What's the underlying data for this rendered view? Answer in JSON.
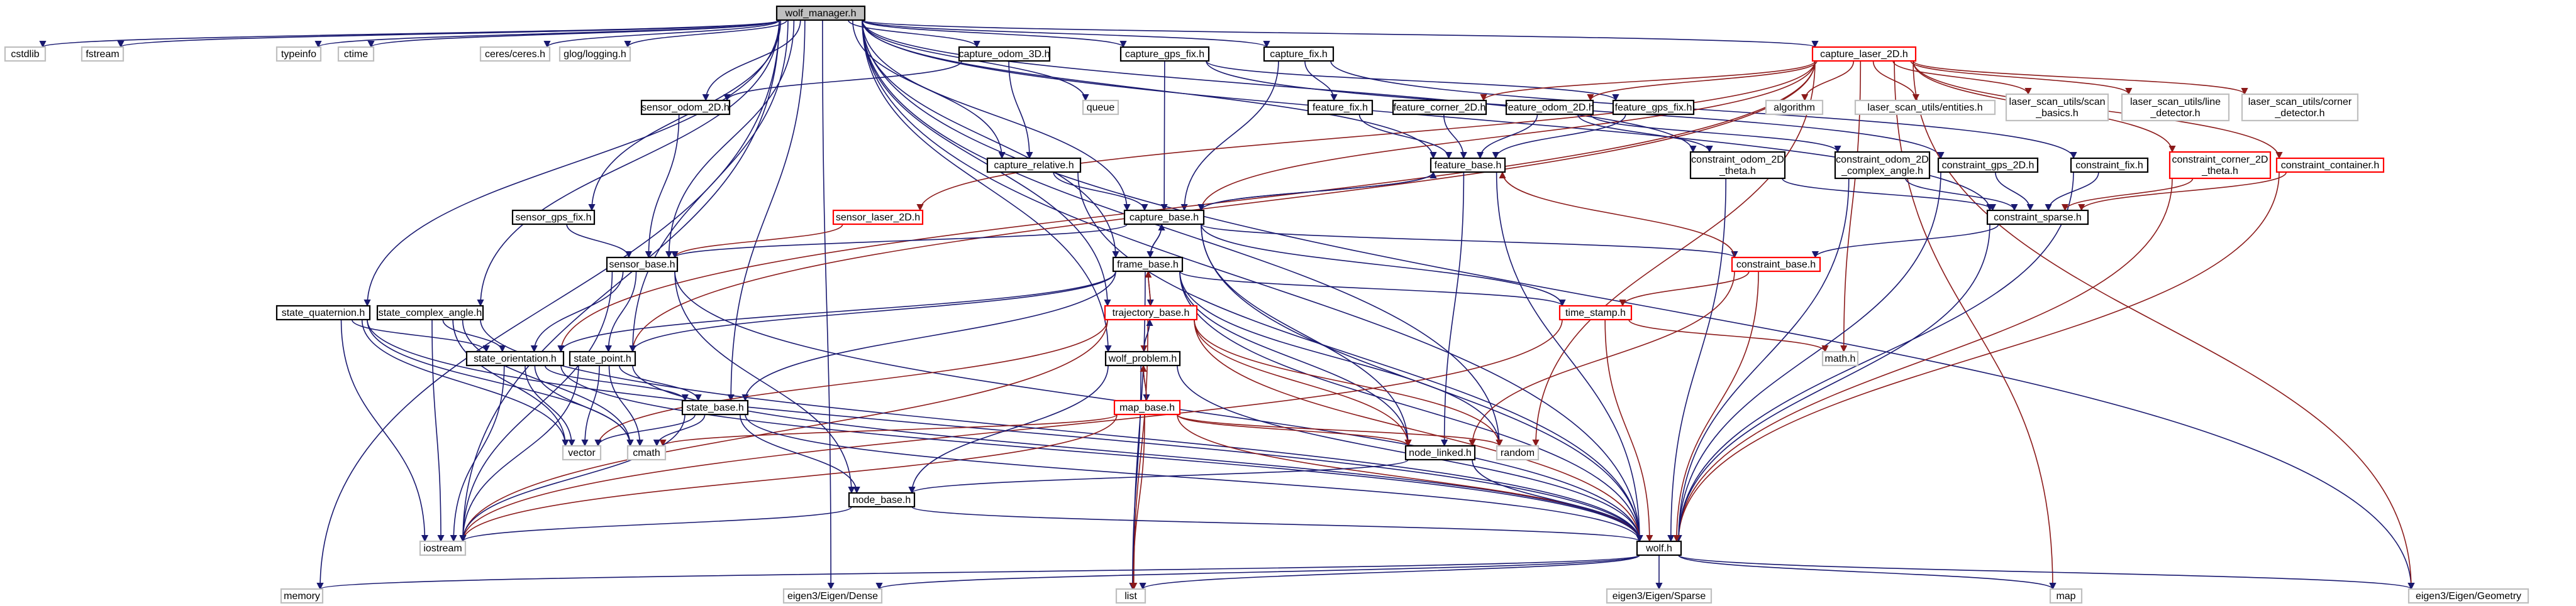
{
  "diagram": {
    "type": "include-dependency-graph",
    "colors": {
      "root_fill": "#bfbfbf",
      "documented_border": "#000000",
      "truncated_border": "#ff0000",
      "external_border": "#bfbfbf",
      "edge": "#191970",
      "edge_red": "#8b1a1a",
      "background": "#ffffff"
    },
    "nodes": [
      {
        "id": "wolf_manager",
        "label": "wolf_manager.h",
        "kind": "root"
      },
      {
        "id": "cstdlib",
        "label": "cstdlib",
        "kind": "external"
      },
      {
        "id": "fstream",
        "label": "fstream",
        "kind": "external"
      },
      {
        "id": "typeinfo",
        "label": "typeinfo",
        "kind": "external"
      },
      {
        "id": "ctime",
        "label": "ctime",
        "kind": "external"
      },
      {
        "id": "ceres",
        "label": "ceres/ceres.h",
        "kind": "external"
      },
      {
        "id": "glog",
        "label": "glog/logging.h",
        "kind": "external"
      },
      {
        "id": "capture_odom_3D",
        "label": "capture_odom_3D.h",
        "kind": "doc"
      },
      {
        "id": "capture_gps_fix",
        "label": "capture_gps_fix.h",
        "kind": "doc"
      },
      {
        "id": "capture_fix",
        "label": "capture_fix.h",
        "kind": "doc"
      },
      {
        "id": "capture_laser_2D",
        "label": "capture_laser_2D.h",
        "kind": "red"
      },
      {
        "id": "queue",
        "label": "queue",
        "kind": "external"
      },
      {
        "id": "sensor_odom_2D",
        "label": "sensor_odom_2D.h",
        "kind": "doc"
      },
      {
        "id": "feature_fix",
        "label": "feature_fix.h",
        "kind": "doc"
      },
      {
        "id": "feature_corner_2D",
        "label": "feature_corner_2D.h",
        "kind": "doc"
      },
      {
        "id": "feature_odom_2D",
        "label": "feature_odom_2D.h",
        "kind": "doc"
      },
      {
        "id": "feature_gps_fix",
        "label": "feature_gps_fix.h",
        "kind": "doc"
      },
      {
        "id": "algorithm",
        "label": "algorithm",
        "kind": "external"
      },
      {
        "id": "ls_entities",
        "label": "laser_scan_utils/entities.h",
        "kind": "external"
      },
      {
        "id": "ls_scan_basics",
        "label": "laser_scan_utils/scan\n_basics.h",
        "kind": "external"
      },
      {
        "id": "ls_line_detector",
        "label": "laser_scan_utils/line\n_detector.h",
        "kind": "external"
      },
      {
        "id": "ls_corner_detector",
        "label": "laser_scan_utils/corner\n_detector.h",
        "kind": "external"
      },
      {
        "id": "capture_relative",
        "label": "capture_relative.h",
        "kind": "doc"
      },
      {
        "id": "feature_base",
        "label": "feature_base.h",
        "kind": "doc"
      },
      {
        "id": "constraint_odom_2D_theta",
        "label": "constraint_odom_2D\n_theta.h",
        "kind": "doc"
      },
      {
        "id": "constraint_odom_2D_complex",
        "label": "constraint_odom_2D\n_complex_angle.h",
        "kind": "doc"
      },
      {
        "id": "constraint_gps_2D",
        "label": "constraint_gps_2D.h",
        "kind": "doc"
      },
      {
        "id": "constraint_fix",
        "label": "constraint_fix.h",
        "kind": "doc"
      },
      {
        "id": "constraint_corner_2D",
        "label": "constraint_corner_2D\n_theta.h",
        "kind": "red"
      },
      {
        "id": "constraint_container",
        "label": "constraint_container.h",
        "kind": "red"
      },
      {
        "id": "sensor_gps_fix",
        "label": "sensor_gps_fix.h",
        "kind": "doc"
      },
      {
        "id": "sensor_laser_2D",
        "label": "sensor_laser_2D.h",
        "kind": "red"
      },
      {
        "id": "capture_base",
        "label": "capture_base.h",
        "kind": "doc"
      },
      {
        "id": "constraint_sparse",
        "label": "constraint_sparse.h",
        "kind": "doc"
      },
      {
        "id": "sensor_base",
        "label": "sensor_base.h",
        "kind": "doc"
      },
      {
        "id": "frame_base",
        "label": "frame_base.h",
        "kind": "doc"
      },
      {
        "id": "constraint_base",
        "label": "constraint_base.h",
        "kind": "red"
      },
      {
        "id": "trajectory_base",
        "label": "trajectory_base.h",
        "kind": "red"
      },
      {
        "id": "time_stamp",
        "label": "time_stamp.h",
        "kind": "red"
      },
      {
        "id": "state_quaternion",
        "label": "state_quaternion.h",
        "kind": "doc"
      },
      {
        "id": "state_complex_angle",
        "label": "state_complex_angle.h",
        "kind": "doc"
      },
      {
        "id": "state_orientation",
        "label": "state_orientation.h",
        "kind": "doc"
      },
      {
        "id": "state_point",
        "label": "state_point.h",
        "kind": "doc"
      },
      {
        "id": "wolf_problem",
        "label": "wolf_problem.h",
        "kind": "doc"
      },
      {
        "id": "math",
        "label": "math.h",
        "kind": "external"
      },
      {
        "id": "map_base",
        "label": "map_base.h",
        "kind": "red"
      },
      {
        "id": "state_base",
        "label": "state_base.h",
        "kind": "doc"
      },
      {
        "id": "vector",
        "label": "vector",
        "kind": "external"
      },
      {
        "id": "cmath",
        "label": "cmath",
        "kind": "external"
      },
      {
        "id": "node_linked",
        "label": "node_linked.h",
        "kind": "doc"
      },
      {
        "id": "random",
        "label": "random",
        "kind": "external"
      },
      {
        "id": "node_base",
        "label": "node_base.h",
        "kind": "doc"
      },
      {
        "id": "iostream",
        "label": "iostream",
        "kind": "external"
      },
      {
        "id": "wolf",
        "label": "wolf.h",
        "kind": "doc"
      },
      {
        "id": "memory",
        "label": "memory",
        "kind": "external"
      },
      {
        "id": "eigen_dense",
        "label": "eigen3/Eigen/Dense",
        "kind": "external"
      },
      {
        "id": "list",
        "label": "list",
        "kind": "external"
      },
      {
        "id": "eigen_sparse",
        "label": "eigen3/Eigen/Sparse",
        "kind": "external"
      },
      {
        "id": "map",
        "label": "map",
        "kind": "external"
      },
      {
        "id": "eigen_geometry",
        "label": "eigen3/Eigen/Geometry",
        "kind": "external"
      }
    ],
    "edges": [
      [
        "wolf_manager",
        "cstdlib"
      ],
      [
        "wolf_manager",
        "fstream"
      ],
      [
        "wolf_manager",
        "typeinfo"
      ],
      [
        "wolf_manager",
        "ctime"
      ],
      [
        "wolf_manager",
        "ceres"
      ],
      [
        "wolf_manager",
        "glog"
      ],
      [
        "wolf_manager",
        "capture_odom_3D"
      ],
      [
        "wolf_manager",
        "capture_gps_fix"
      ],
      [
        "wolf_manager",
        "capture_fix"
      ],
      [
        "wolf_manager",
        "capture_laser_2D"
      ],
      [
        "wolf_manager",
        "queue"
      ],
      [
        "wolf_manager",
        "sensor_odom_2D"
      ],
      [
        "wolf_manager",
        "sensor_gps_fix"
      ],
      [
        "wolf_manager",
        "sensor_base"
      ],
      [
        "wolf_manager",
        "state_quaternion"
      ],
      [
        "wolf_manager",
        "state_complex_angle"
      ],
      [
        "wolf_manager",
        "state_point"
      ],
      [
        "wolf_manager",
        "state_base"
      ],
      [
        "wolf_manager",
        "iostream"
      ],
      [
        "wolf_manager",
        "memory"
      ],
      [
        "wolf_manager",
        "eigen_dense"
      ],
      [
        "wolf_manager",
        "wolf"
      ],
      [
        "wolf_manager",
        "eigen_geometry"
      ],
      [
        "wolf_manager",
        "capture_relative"
      ],
      [
        "wolf_manager",
        "constraint_odom_2D_theta"
      ],
      [
        "wolf_manager",
        "constraint_sparse"
      ],
      [
        "wolf_manager",
        "feature_base"
      ],
      [
        "wolf_manager",
        "capture_base"
      ],
      [
        "wolf_manager",
        "wolf_problem"
      ],
      [
        "wolf_manager",
        "trajectory_base"
      ],
      [
        "wolf_manager",
        "frame_base"
      ],
      [
        "wolf_manager",
        "random"
      ],
      [
        "capture_odom_3D",
        "sensor_odom_2D"
      ],
      [
        "capture_odom_3D",
        "capture_relative"
      ],
      [
        "capture_gps_fix",
        "capture_base"
      ],
      [
        "capture_gps_fix",
        "feature_gps_fix"
      ],
      [
        "capture_gps_fix",
        "constraint_gps_2D"
      ],
      [
        "capture_fix",
        "feature_fix"
      ],
      [
        "capture_fix",
        "capture_base"
      ],
      [
        "capture_fix",
        "constraint_fix"
      ],
      [
        "capture_laser_2D",
        "algorithm"
      ],
      [
        "capture_laser_2D",
        "ls_entities"
      ],
      [
        "capture_laser_2D",
        "ls_scan_basics"
      ],
      [
        "capture_laser_2D",
        "ls_line_detector"
      ],
      [
        "capture_laser_2D",
        "ls_corner_detector"
      ],
      [
        "capture_laser_2D",
        "feature_corner_2D"
      ],
      [
        "capture_laser_2D",
        "capture_base"
      ],
      [
        "capture_laser_2D",
        "sensor_laser_2D"
      ],
      [
        "capture_laser_2D",
        "constraint_corner_2D"
      ],
      [
        "capture_laser_2D",
        "constraint_container"
      ],
      [
        "capture_laser_2D",
        "math"
      ],
      [
        "capture_laser_2D",
        "map"
      ],
      [
        "capture_laser_2D",
        "eigen_geometry"
      ],
      [
        "capture_laser_2D",
        "random"
      ],
      [
        "capture_laser_2D",
        "state_point"
      ],
      [
        "capture_laser_2D",
        "state_orientation"
      ],
      [
        "capture_laser_2D",
        "feature_odom_2D"
      ],
      [
        "sensor_odom_2D",
        "sensor_base"
      ],
      [
        "sensor_gps_fix",
        "sensor_base"
      ],
      [
        "sensor_laser_2D",
        "sensor_base"
      ],
      [
        "feature_fix",
        "feature_base"
      ],
      [
        "feature_corner_2D",
        "feature_base"
      ],
      [
        "feature_odom_2D",
        "feature_base"
      ],
      [
        "feature_odom_2D",
        "constraint_odom_2D_theta"
      ],
      [
        "feature_odom_2D",
        "constraint_odom_2D_complex"
      ],
      [
        "feature_gps_fix",
        "feature_base"
      ],
      [
        "capture_relative",
        "capture_base"
      ],
      [
        "capture_relative",
        "wolf"
      ],
      [
        "feature_base",
        "capture_base"
      ],
      [
        "feature_base",
        "node_linked"
      ],
      [
        "feature_base",
        "wolf"
      ],
      [
        "capture_base",
        "feature_base"
      ],
      [
        "capture_base",
        "sensor_base"
      ],
      [
        "capture_base",
        "frame_base"
      ],
      [
        "capture_base",
        "time_stamp"
      ],
      [
        "capture_base",
        "node_linked"
      ],
      [
        "capture_base",
        "wolf"
      ],
      [
        "capture_base",
        "constraint_base"
      ],
      [
        "constraint_odom_2D_theta",
        "constraint_sparse"
      ],
      [
        "constraint_odom_2D_theta",
        "wolf"
      ],
      [
        "constraint_odom_2D_complex",
        "constraint_sparse"
      ],
      [
        "constraint_odom_2D_complex",
        "wolf"
      ],
      [
        "constraint_gps_2D",
        "constraint_sparse"
      ],
      [
        "constraint_gps_2D",
        "wolf"
      ],
      [
        "constraint_fix",
        "constraint_sparse"
      ],
      [
        "constraint_fix",
        "wolf"
      ],
      [
        "constraint_corner_2D",
        "constraint_sparse"
      ],
      [
        "constraint_corner_2D",
        "wolf"
      ],
      [
        "constraint_container",
        "constraint_sparse"
      ],
      [
        "constraint_container",
        "wolf"
      ],
      [
        "constraint_sparse",
        "constraint_base"
      ],
      [
        "constraint_sparse",
        "wolf"
      ],
      [
        "constraint_base",
        "feature_base"
      ],
      [
        "constraint_base",
        "time_stamp"
      ],
      [
        "constraint_base",
        "node_linked"
      ],
      [
        "constraint_base",
        "wolf"
      ],
      [
        "sensor_base",
        "state_point"
      ],
      [
        "sensor_base",
        "state_orientation"
      ],
      [
        "sensor_base",
        "node_base"
      ],
      [
        "sensor_base",
        "iostream"
      ],
      [
        "sensor_base",
        "wolf"
      ],
      [
        "frame_base",
        "capture_base"
      ],
      [
        "frame_base",
        "trajectory_base"
      ],
      [
        "frame_base",
        "time_stamp"
      ],
      [
        "frame_base",
        "state_base"
      ],
      [
        "frame_base",
        "state_point"
      ],
      [
        "frame_base",
        "state_orientation"
      ],
      [
        "frame_base",
        "node_linked"
      ],
      [
        "frame_base",
        "list"
      ],
      [
        "frame_base",
        "wolf"
      ],
      [
        "frame_base",
        "random"
      ],
      [
        "trajectory_base",
        "frame_base"
      ],
      [
        "trajectory_base",
        "wolf_problem"
      ],
      [
        "trajectory_base",
        "node_linked"
      ],
      [
        "trajectory_base",
        "list"
      ],
      [
        "trajectory_base",
        "wolf"
      ],
      [
        "trajectory_base",
        "random"
      ],
      [
        "trajectory_base",
        "vector"
      ],
      [
        "trajectory_base",
        "iostream"
      ],
      [
        "time_stamp",
        "math"
      ],
      [
        "time_stamp",
        "wolf"
      ],
      [
        "time_stamp",
        "iostream"
      ],
      [
        "state_quaternion",
        "state_orientation"
      ],
      [
        "state_quaternion",
        "vector"
      ],
      [
        "state_quaternion",
        "cmath"
      ],
      [
        "state_quaternion",
        "iostream"
      ],
      [
        "state_quaternion",
        "wolf"
      ],
      [
        "state_complex_angle",
        "state_orientation"
      ],
      [
        "state_complex_angle",
        "vector"
      ],
      [
        "state_complex_angle",
        "cmath"
      ],
      [
        "state_complex_angle",
        "iostream"
      ],
      [
        "state_complex_angle",
        "wolf"
      ],
      [
        "state_orientation",
        "state_base"
      ],
      [
        "state_orientation",
        "vector"
      ],
      [
        "state_orientation",
        "cmath"
      ],
      [
        "state_orientation",
        "iostream"
      ],
      [
        "state_orientation",
        "wolf"
      ],
      [
        "state_point",
        "state_base"
      ],
      [
        "state_point",
        "vector"
      ],
      [
        "state_point",
        "cmath"
      ],
      [
        "state_point",
        "iostream"
      ],
      [
        "state_point",
        "wolf"
      ],
      [
        "wolf_problem",
        "trajectory_base"
      ],
      [
        "wolf_problem",
        "map_base"
      ],
      [
        "wolf_problem",
        "node_base"
      ],
      [
        "wolf_problem",
        "wolf"
      ],
      [
        "wolf_problem",
        "list"
      ],
      [
        "map_base",
        "wolf_problem"
      ],
      [
        "map_base",
        "node_linked"
      ],
      [
        "map_base",
        "list"
      ],
      [
        "map_base",
        "wolf"
      ],
      [
        "map_base",
        "random"
      ],
      [
        "map_base",
        "iostream"
      ],
      [
        "map_base",
        "cmath"
      ],
      [
        "state_base",
        "node_base"
      ],
      [
        "state_base",
        "vector"
      ],
      [
        "state_base",
        "cmath"
      ],
      [
        "state_base",
        "iostream"
      ],
      [
        "state_base",
        "wolf"
      ],
      [
        "node_linked",
        "node_base"
      ],
      [
        "node_linked",
        "wolf"
      ],
      [
        "node_base",
        "iostream"
      ],
      [
        "node_base",
        "wolf"
      ],
      [
        "wolf",
        "memory"
      ],
      [
        "wolf",
        "eigen_dense"
      ],
      [
        "wolf",
        "list"
      ],
      [
        "wolf",
        "eigen_sparse"
      ],
      [
        "wolf",
        "map"
      ],
      [
        "wolf",
        "eigen_geometry"
      ]
    ]
  }
}
